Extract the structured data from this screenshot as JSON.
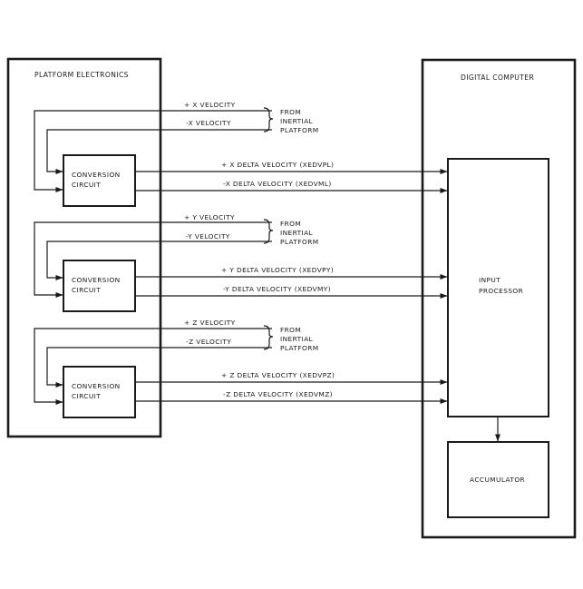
{
  "platform_electronics": {
    "title": "PLATFORM ELECTRONICS",
    "axes": [
      {
        "pos_velocity": "+ X VELOCITY",
        "neg_velocity": "-X VELOCITY",
        "source": [
          "FROM",
          "INERTIAL",
          "PLATFORM"
        ],
        "circuit": [
          "CONVERSION",
          "CIRCUIT"
        ],
        "pos_delta": "+ X DELTA VELOCITY (XEDVPL)",
        "neg_delta": "-X DELTA VELOCITY (XEDVML)"
      },
      {
        "pos_velocity": "+ Y VELOCITY",
        "neg_velocity": "-Y VELOCITY",
        "source": [
          "FROM",
          "INERTIAL",
          "PLATFORM"
        ],
        "circuit": [
          "CONVERSION",
          "CIRCUIT"
        ],
        "pos_delta": "+ Y DELTA VELOCITY (XEDVPY)",
        "neg_delta": "-Y DELTA VELOCITY (XEDVMY)"
      },
      {
        "pos_velocity": "+ Z VELOCITY",
        "neg_velocity": "-Z VELOCITY",
        "source": [
          "FROM",
          "INERTIAL",
          "PLATFORM"
        ],
        "circuit": [
          "CONVERSION",
          "CIRCUIT"
        ],
        "pos_delta": "+ Z DELTA VELOCITY (XEDVPZ)",
        "neg_delta": "-Z DELTA VELOCITY (XEDVMZ)"
      }
    ]
  },
  "digital_computer": {
    "title": "DIGITAL COMPUTER",
    "input_processor": [
      "INPUT",
      "PROCESSOR"
    ],
    "accumulator": "ACCUMULATOR"
  }
}
